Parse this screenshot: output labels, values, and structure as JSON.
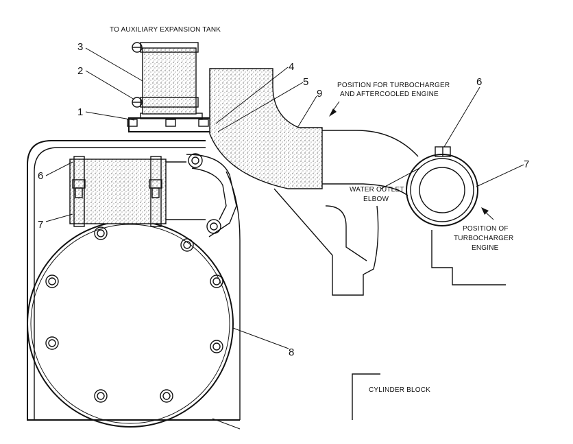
{
  "labels": {
    "aux_tank": "TO AUXILIARY EXPANSION TANK",
    "position_turbo_after_1": "POSITION FOR TURBOCHARGER",
    "position_turbo_after_2": "AND AFTERCOOLED ENGINE",
    "water_outlet_1": "WATER OUTLET",
    "water_outlet_2": "ELBOW",
    "position_turbo_1": "POSITION OF",
    "position_turbo_2": "TURBOCHARGER",
    "position_turbo_3": "ENGINE",
    "cylinder_block": "CYLINDER BLOCK"
  },
  "callouts": {
    "c1": "1",
    "c2": "2",
    "c3": "3",
    "c4": "4",
    "c5": "5",
    "c6a": "6",
    "c6b": "6",
    "c7a": "7",
    "c7b": "7",
    "c8": "8",
    "c9": "9"
  }
}
